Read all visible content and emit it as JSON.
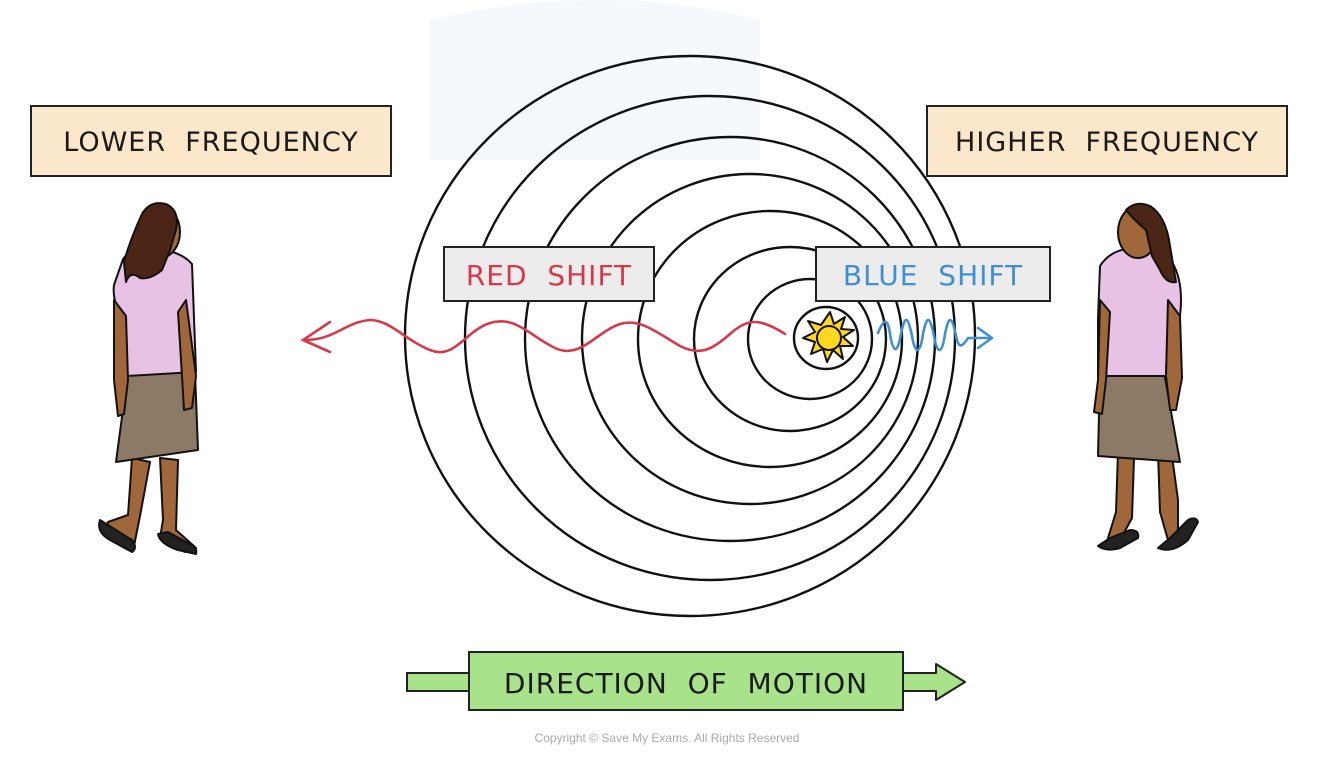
{
  "labels": {
    "lower_frequency": "LOWER  FREQUENCY",
    "higher_frequency": "HIGHER  FREQUENCY",
    "red_shift": "RED  SHIFT",
    "blue_shift": "BLUE  SHIFT",
    "direction_of_motion": "DIRECTION  OF  MOTION"
  },
  "copyright": "Copyright © Save My Exams. All Rights Reserved",
  "colors": {
    "frequency_box_fill": "#fbe7c9",
    "shift_box_fill": "#ececec",
    "red_shift_text": "#d63a4a",
    "blue_shift_text": "#3f8fd2",
    "red_wave": "#d63a4a",
    "blue_wave": "#3f8fd2",
    "motion_arrow_fill": "#a8e28a",
    "sun": "#ffd81f",
    "blouse": "#e7c2e4",
    "skirt": "#8d7a66",
    "skin": "#a0683a",
    "hair": "#4b2616"
  },
  "icons": [
    "observer-left-figure",
    "observer-right-figure",
    "sun-icon",
    "right-arrow-icon"
  ]
}
